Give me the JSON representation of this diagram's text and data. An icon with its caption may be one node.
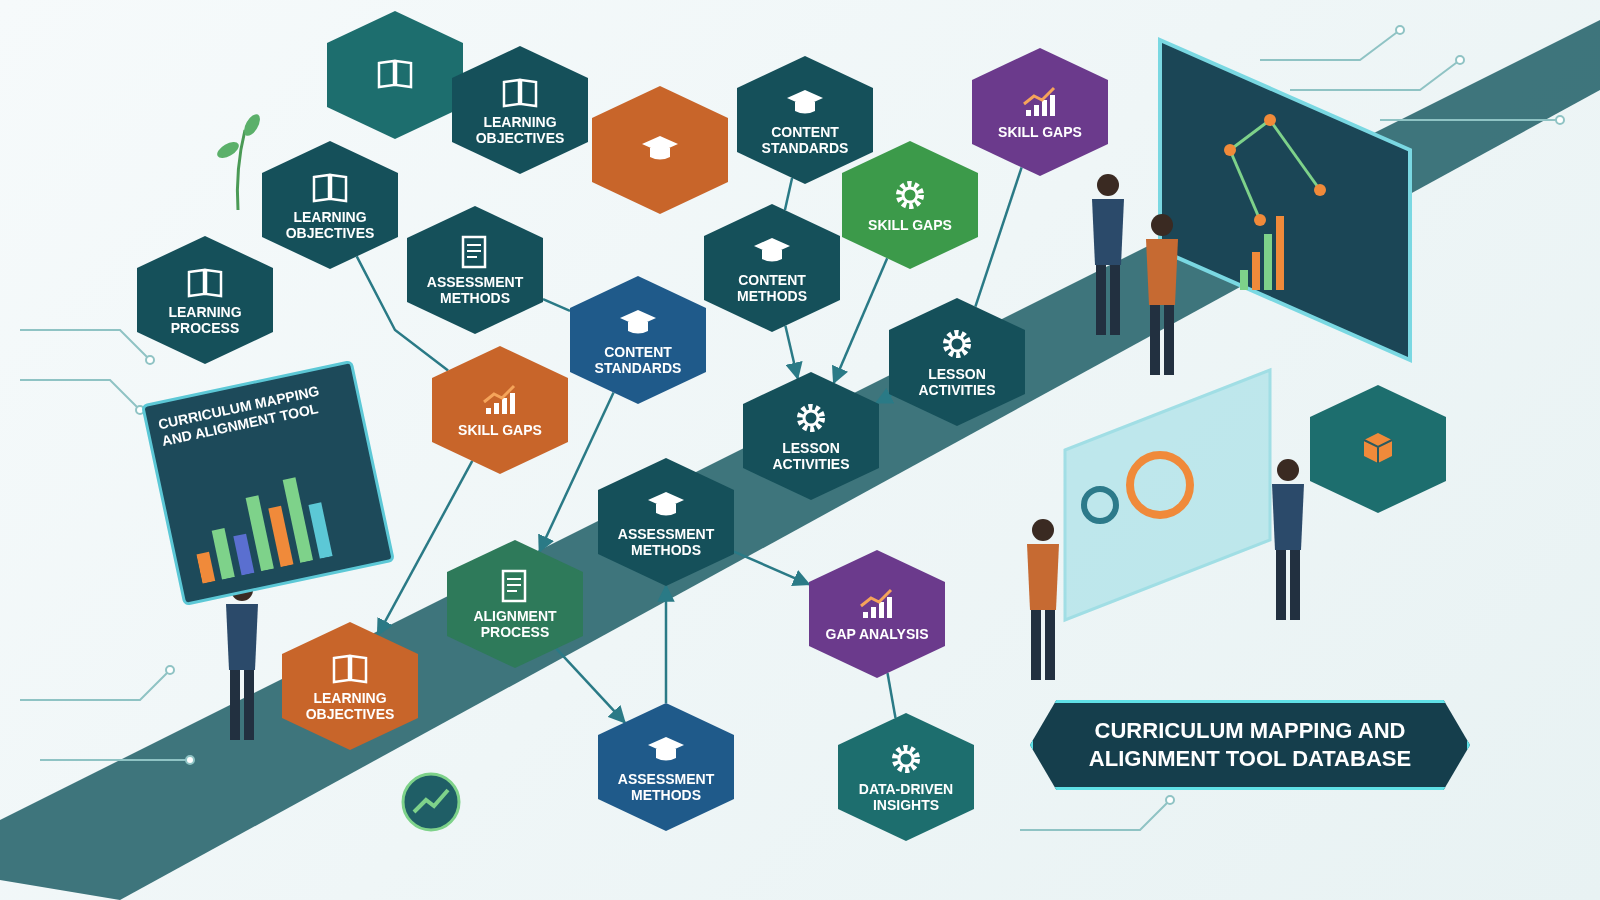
{
  "diagram": {
    "title": "CURRICULUM MAPPING AND ALIGNMENT TOOL DATABASE",
    "nodes": [
      {
        "text": [],
        "shape": "hexagon"
      },
      {
        "text": [
          "LEARNING OBJECTIVES"
        ]
      },
      {
        "text": [],
        "shape": "hexagon"
      },
      {
        "text": [
          "CONTENT STANDARDS"
        ]
      },
      {
        "text": [
          "SKILL GAPS"
        ]
      },
      {
        "text": [
          "LEARNING OBJECTIVES"
        ]
      },
      {
        "text": [
          "SKILL GAPS"
        ]
      },
      {
        "text": [
          "LEARNING PROCESS"
        ]
      },
      {
        "text": [
          "ASSESSMENT METHODS"
        ]
      },
      {
        "text": [
          "CONTENT METHODS"
        ]
      },
      {
        "text": [
          "CONTENT STANDARDS"
        ]
      },
      {
        "text": [
          "LESSON ACTIVITIES"
        ]
      },
      {
        "text": [
          "SKILL GAPS"
        ]
      },
      {
        "text": [
          "LESSON ACTIVITIES"
        ]
      },
      {
        "text": [
          "ASSESSMENT METHODS"
        ]
      },
      {
        "text": [
          "ALIGNMENT PROCESS"
        ]
      },
      {
        "text": [
          "GAP ANALYSIS"
        ]
      },
      {
        "text": [
          "LEARNING OBJECTIVES"
        ]
      },
      {
        "text": [
          "ASSESSMENT METHODS"
        ]
      },
      {
        "text": [
          "DATA-DRIVEN INSIGHTS"
        ]
      },
      {
        "text": [],
        "shape": "hexagon"
      }
    ],
    "edges": [
      {
        "from": 9,
        "to": 13,
        "arrow": "to"
      },
      {
        "from": 6,
        "to": 13,
        "arrow": "to"
      },
      {
        "from": 18,
        "to": 14,
        "arrow": "to"
      },
      {
        "from": 5,
        "to": 12,
        "arrow": "none"
      },
      {
        "from": 12,
        "to": 17,
        "arrow": "to"
      },
      {
        "from": 10,
        "to": 15,
        "arrow": "to"
      },
      {
        "from": 15,
        "to": 18,
        "arrow": "to"
      },
      {
        "from": 11,
        "to": 13,
        "arrow": "to"
      },
      {
        "from": 14,
        "to": 16,
        "arrow": "to"
      },
      {
        "from": 16,
        "to": 19,
        "arrow": "none"
      },
      {
        "from": 8,
        "to": 10,
        "arrow": "none"
      },
      {
        "from": 4,
        "to": 11,
        "arrow": "none"
      },
      {
        "from": 3,
        "to": 9,
        "arrow": "none"
      }
    ],
    "labels": [
      "CURRICULUM MAPPING AND ALIGNMENT TOOL"
    ]
  }
}
